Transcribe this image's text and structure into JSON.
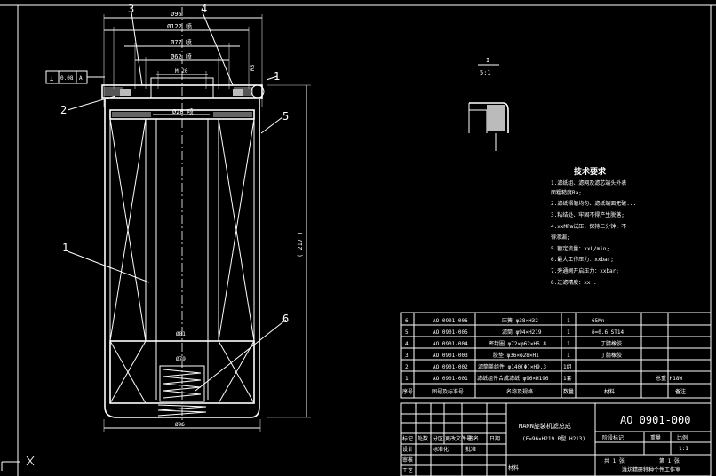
{
  "colors": {
    "background": "#000000",
    "lines": "#ffffff",
    "hatch": "#c8c8c8"
  },
  "balloons": [
    "3",
    "4",
    "1",
    "2",
    "5",
    "1",
    "6"
  ],
  "dimensions": {
    "top_overall": "Ø96",
    "d122": "Ø122 喷",
    "d77": "Ø77 喷",
    "d62": "Ø62 喷",
    "thread": "M 20",
    "d28": "Ø28 喷",
    "height": "( 217 )",
    "inner": "Ø81",
    "spring": "Ø79",
    "bottom": "Ø96",
    "chamfer": "R5",
    "gdt_symbol": "⊥",
    "gdt_value": "0.08",
    "gdt_datum": "A"
  },
  "detail_view": {
    "label": "I",
    "scale": "5:1"
  },
  "tech_requirements": {
    "title": "技术要求",
    "lines": [
      "1.滤纸组、滤网及滤芯端头外表",
      "面粗糙度Ra;",
      "2.滤纸褶皱均匀、滤纸端面无破...",
      "3.粘结处、牢固不得产生脱落;",
      "4.xxMPa试压，保持二分钟，不",
      "得渗漏;",
      "5.额定流量：xxL/min;",
      "6.最大工作压力：xxbar;",
      "7.旁通阀开启压力：xxbar;",
      "8.过滤精度：xx ."
    ]
  },
  "bom": {
    "rows": [
      {
        "no": "6",
        "code": "AO 0901-006",
        "name": "压簧 φ38×H32",
        "qty": "1",
        "mat": "65Mn",
        "note": ""
      },
      {
        "no": "5",
        "code": "AO 0901-005",
        "name": "滤筒 φ94×H219",
        "qty": "1",
        "mat": "δ=0.6  ST14",
        "note": ""
      },
      {
        "no": "4",
        "code": "AO 0901-004",
        "name": "密封圈 φ72×φ62×H5.8",
        "qty": "1",
        "mat": "丁腈橡胶",
        "note": ""
      },
      {
        "no": "3",
        "code": "AO 0901-003",
        "name": "胶垫 φ36×φ28×H1",
        "qty": "1",
        "mat": "丁腈橡胶",
        "note": ""
      },
      {
        "no": "2",
        "code": "AO 0901-002",
        "name": "滤筒盖组件 φ140(Φ)×H9.3",
        "qty": "1组",
        "mat": "",
        "note": ""
      },
      {
        "no": "1",
        "code": "AO 0901-001",
        "name": "滤纸组件合成滤纸 φ96×H196",
        "qty": "1套",
        "mat": "",
        "note": "总重  H18W"
      }
    ],
    "header": {
      "no": "序号",
      "code": "图号及标准号",
      "name": "名称及规格",
      "qty": "数量",
      "mat": "材料",
      "note": "备注"
    }
  },
  "title_block": {
    "product": "MANN旋装机滤总成",
    "product_sub": "(F=96×H219.R型 H213)",
    "drawing_no": "AO 0901-000",
    "stage_label": "阶段标记",
    "weight_label": "重量",
    "scale_label": "比例",
    "scale_value": "1:1",
    "sheet_total": "共 1 张",
    "sheet_no": "第 1 张",
    "material_label": "材料",
    "company": "潍坊精研特种个性工作室",
    "rev_headers": [
      "标记",
      "处数",
      "分区",
      "更改文件号",
      "签名",
      "日期"
    ],
    "sign_rows": [
      "设计",
      "审核",
      "工艺",
      "批准"
    ],
    "std_label": "标准化"
  }
}
